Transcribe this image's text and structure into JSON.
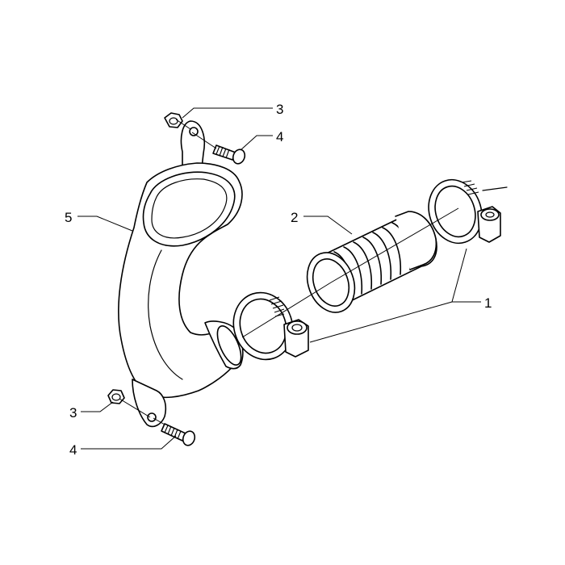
{
  "diagram": {
    "background": "#ffffff",
    "line_color": "#000000",
    "callouts": [
      {
        "id": "c3-top",
        "label": "3",
        "part": "nut"
      },
      {
        "id": "c4-top",
        "label": "4",
        "part": "screw"
      },
      {
        "id": "c5",
        "label": "5",
        "part": "intake-manifold-pipe"
      },
      {
        "id": "c2",
        "label": "2",
        "part": "rubber-bellows-sleeve"
      },
      {
        "id": "c1",
        "label": "1",
        "part": "hose-clamp"
      },
      {
        "id": "c3-bottom",
        "label": "3",
        "part": "nut"
      },
      {
        "id": "c4-bottom",
        "label": "4",
        "part": "screw"
      }
    ]
  }
}
